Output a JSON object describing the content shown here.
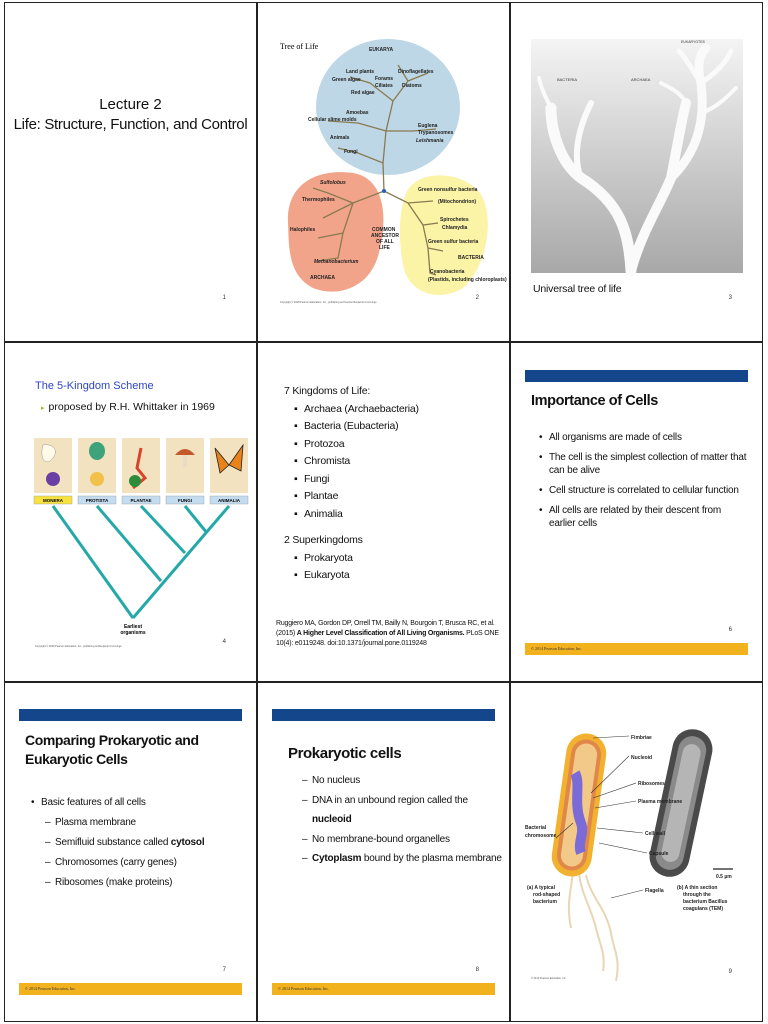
{
  "slide1": {
    "title_line1": "Lecture 2",
    "title_line2": "Life: Structure, Function, and Control",
    "page": "1"
  },
  "slide2": {
    "heading": "Tree of Life",
    "eukarya": "EUKARYA",
    "archaea": "ARCHAEA",
    "bacteria": "BACTERIA",
    "root_label_1": "COMMON",
    "root_label_2": "ANCESTOR",
    "root_label_3": "OF ALL",
    "root_label_4": "LIFE",
    "euk_taxa": [
      "Land plants",
      "Dinoflagellates",
      "Green algae",
      "Forams",
      "Ciliates",
      "Diatoms",
      "Red algae",
      "Amoebas",
      "Cellular slime molds",
      "Euglena",
      "Trypanosomes",
      "Leishmania",
      "Animals",
      "Fungi"
    ],
    "arch_taxa": [
      "Sulfolobus",
      "Thermophiles",
      "Halophiles",
      "Methanobacterium"
    ],
    "bact_taxa": [
      "Green nonsulfur bacteria",
      "(Mitochondrion)",
      "Spirochetes",
      "Chlamydia",
      "Green sulfur bacteria",
      "Cyanobacteria",
      "(Plastids, including chloroplasts)"
    ],
    "copyright": "Copyright © 2008 Pearson Education, Inc., publishing as Pearson Benjamin Cummings",
    "page": "2",
    "colors": {
      "eukarya": "#bdd7e6",
      "archaea": "#f2a48b",
      "bacteria": "#fbf3a6"
    }
  },
  "slide3": {
    "caption": "Universal tree of life",
    "page": "3",
    "groups": [
      "BACTERIA",
      "ARCHAEA",
      "EUKARYOTES"
    ]
  },
  "slide4": {
    "title": "The 5-Kingdom Scheme",
    "bullet": "proposed by R.H. Whittaker in 1969",
    "kingdoms": [
      "MONERA",
      "PROTISTA",
      "PLANTAE",
      "FUNGI",
      "ANIMALIA"
    ],
    "root_line1": "Earliest",
    "root_line2": "organisms",
    "copyright": "Copyright © 2008 Pearson Education, Inc., publishing as Benjamin Cummings",
    "page": "4"
  },
  "slide5": {
    "heading": "7 Kingdoms of Life:",
    "kingdoms": [
      "Archaea (Archaebacteria)",
      "Bacteria (Eubacteria)",
      "Protozoa",
      "Chromista",
      "Fungi",
      "Plantae",
      "Animalia"
    ],
    "super_heading": "2 Superkingdoms",
    "superkingdoms": [
      "Prokaryota",
      "Eukaryota"
    ],
    "ref_prefix": "Ruggiero MA, Gordon DP, Orrell TM, Bailly N, Bourgoin T, Brusca RC, et al. (2015)",
    "ref_bold": "A Higher Level Classification of All Living Organisms.",
    "ref_suffix": "PLoS ONE 10(4): e0119248. doi:10.1371/journal.pone.0119248"
  },
  "slide6": {
    "title": "Importance of Cells",
    "bullets": [
      "All organisms are made of cells",
      "The cell is the simplest collection of matter that can be alive",
      "Cell structure is correlated to cellular function",
      "All cells are related by their descent from earlier cells"
    ],
    "footer": "© 2014 Pearson Education, Inc.",
    "page": "6"
  },
  "slide7": {
    "title": "Comparing Prokaryotic and Eukaryotic Cells",
    "bullet": "Basic features of all cells",
    "sub_1": "Plasma membrane",
    "sub_2_prefix": "Semifluid substance called",
    "sub_2_bold": "cytosol",
    "sub_3": "Chromosomes (carry genes)",
    "sub_4": "Ribosomes (make proteins)",
    "footer": "© 2014 Pearson Education, Inc.",
    "page": "7"
  },
  "slide8": {
    "title": "Prokaryotic cells",
    "item_1": "No nucleus",
    "item_2_prefix": "DNA in an unbound region called the",
    "item_2_bold": "nucleoid",
    "item_3": "No membrane-bound organelles",
    "item_4_bold": "Cytoplasm",
    "item_4_suffix": "bound by the plasma membrane",
    "footer": "© 2014 Pearson Education, Inc.",
    "page": "8"
  },
  "slide9": {
    "labels": [
      "Fimbriae",
      "Nucleoid",
      "Ribosomes",
      "Plasma membrane",
      "Cell wall",
      "Capsule",
      "Flagella"
    ],
    "chromosome_1": "Bacterial",
    "chromosome_2": "chromosome",
    "scale": "0.5 µm",
    "caption_a_1": "(a) A typical",
    "caption_a_2": "rod-shaped",
    "caption_a_3": "bacterium",
    "caption_b_1": "(b) A thin section",
    "caption_b_2": "through the",
    "caption_b_3": "bacterium Bacillus",
    "caption_b_4": "coagulans (TEM)",
    "copyright": "© 2014 Pearson Education, Inc.",
    "page": "9"
  }
}
